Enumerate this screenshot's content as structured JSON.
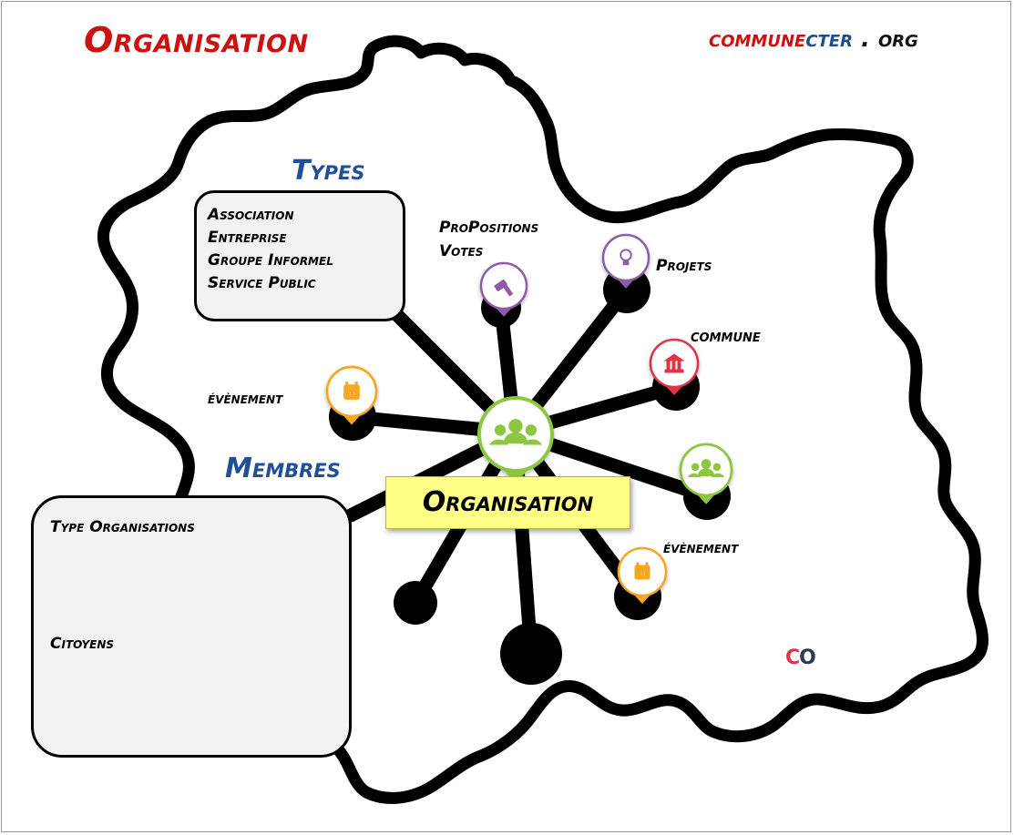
{
  "title": "Organisation",
  "brand": {
    "part1": "commune",
    "part2": "cter",
    "part3": " . org"
  },
  "colors": {
    "title": "#cc1111",
    "brand_red": "#cc1111",
    "brand_blue": "#1f4c8a",
    "heading_blue": "#1f4f96",
    "organisation_green": "#8dc63f",
    "citoyen_yellow": "#f5e63a",
    "evenement_orange": "#f5a623",
    "projet_purple": "#8e5ba8",
    "commune_red": "#e0344a",
    "center_note": "#ffff88"
  },
  "types": {
    "heading": "Types",
    "items": [
      "Association",
      "Entreprise",
      "Groupe Informel",
      "Service Public"
    ]
  },
  "nodes": {
    "propositions": "ProPositions\nVotes",
    "propositions_line1": "ProPositions",
    "propositions_line2": "Votes",
    "projets": "Projets",
    "commune": "commune",
    "evenement_left": "évènement",
    "evenement_right": "évènement",
    "center": "Organisation"
  },
  "membres": {
    "heading": "Membres",
    "organisations_label": "Type Organisations",
    "citoyens_label": "Citoyens"
  },
  "logo": {
    "c": "C",
    "o": "O"
  },
  "icons": {
    "organisation": "group-icon",
    "citoyen": "person-icon",
    "evenement": "calendar-icon",
    "proposition": "gavel-icon",
    "projet": "lightbulb-icon",
    "commune": "town-hall-icon"
  }
}
